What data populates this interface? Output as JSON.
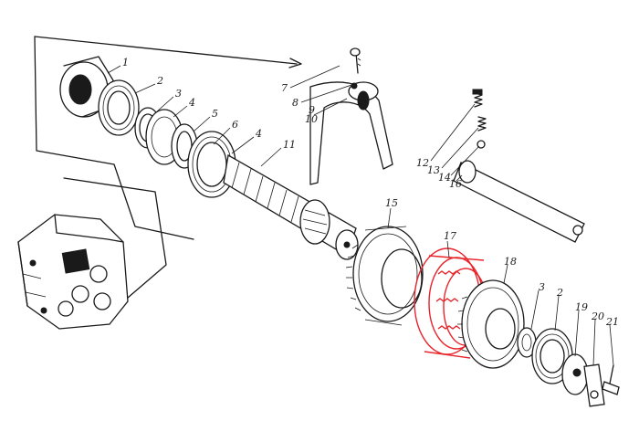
{
  "diagram": {
    "callouts": [
      "1",
      "2",
      "3",
      "4",
      "5",
      "6",
      "4",
      "11",
      "7",
      "8",
      "9",
      "10",
      "12",
      "13",
      "14",
      "16",
      "15",
      "17",
      "18",
      "3",
      "2",
      "19",
      "20",
      "21"
    ],
    "highlight_color": "#e8232a",
    "line_color": "#1a1a1a"
  }
}
